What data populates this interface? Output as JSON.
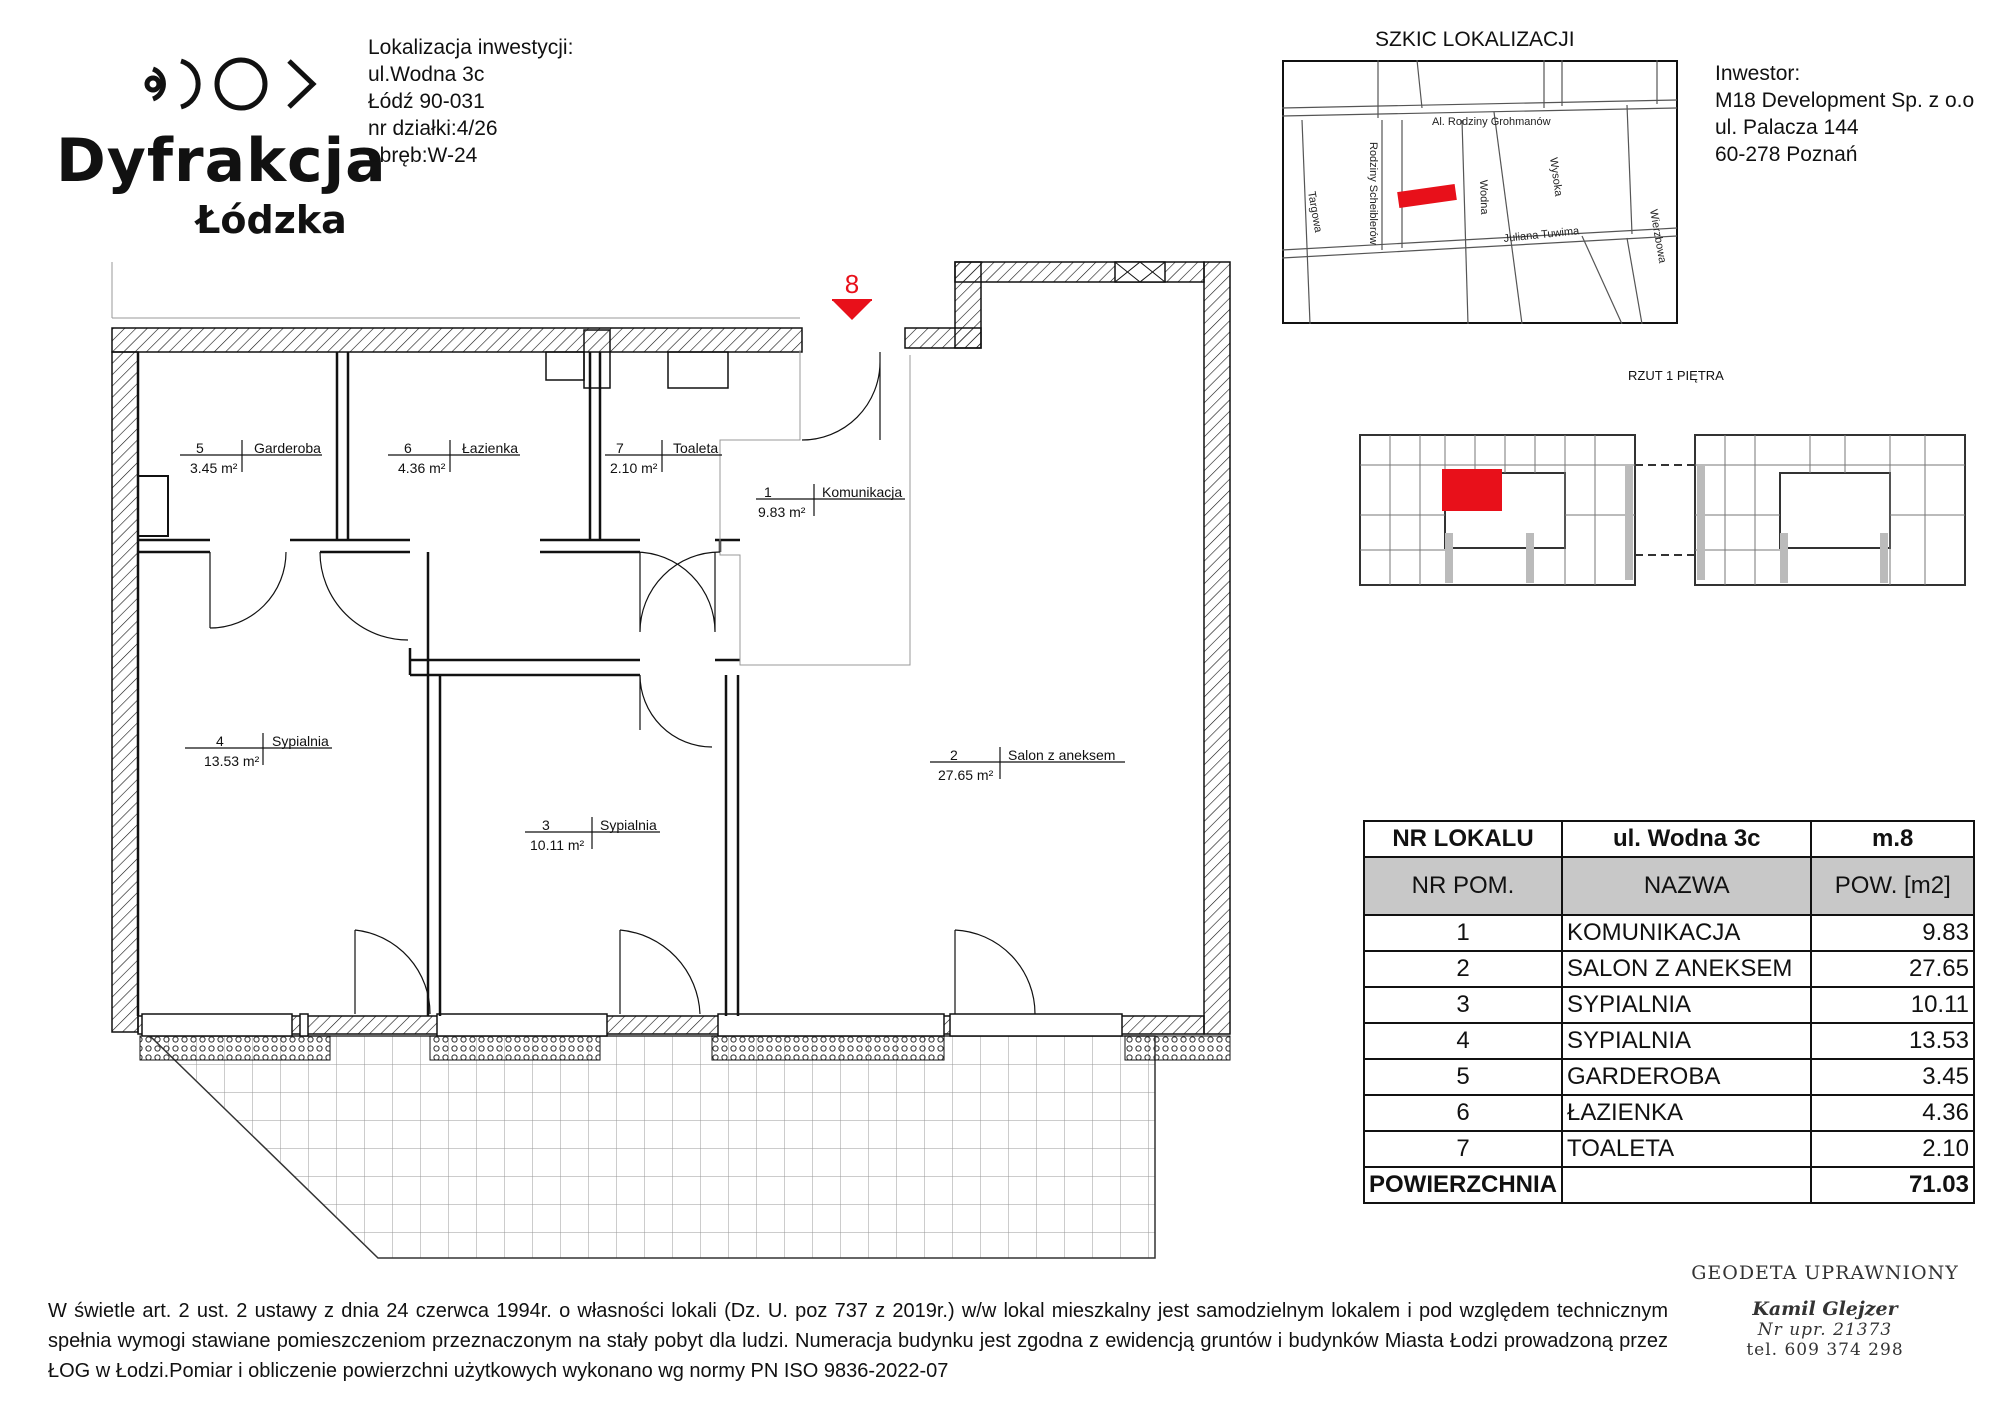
{
  "logo": {
    "line1": "Dyfrakcja",
    "line2": "Łódzka"
  },
  "location": {
    "title": "Lokalizacja inwestycji:",
    "street": "ul.Wodna 3c",
    "city": "Łódź 90-031",
    "plot": "nr działki:4/26",
    "district": "obręb:W-24"
  },
  "sketch": {
    "title": "SZKIC LOKALIZACJI",
    "streets": [
      "Al. Rodziny Grohmanów",
      "Rodziny Scheiblerów",
      "Targowa",
      "Wodna",
      "Wysoka",
      "Juliana Tuwima",
      "Wierzbowa"
    ]
  },
  "investor": {
    "title": "Inwestor:",
    "name": "M18 Development Sp. z o.o",
    "street": "ul. Palacza 144",
    "city": "60-278 Poznań"
  },
  "floor_label": "RZUT 1 PIĘTRA",
  "unit_marker": "8",
  "rooms": [
    {
      "num": "1",
      "name": "Komunikacja",
      "area": "9.83 m²"
    },
    {
      "num": "2",
      "name": "Salon z aneksem",
      "area": "27.65 m²"
    },
    {
      "num": "3",
      "name": "Sypialnia",
      "area": "10.11 m²"
    },
    {
      "num": "4",
      "name": "Sypialnia",
      "area": "13.53 m²"
    },
    {
      "num": "5",
      "name": "Garderoba",
      "area": "3.45 m²"
    },
    {
      "num": "6",
      "name": "Łazienka",
      "area": "4.36 m²"
    },
    {
      "num": "7",
      "name": "Toaleta",
      "area": "2.10 m²"
    }
  ],
  "table": {
    "head": {
      "label": "NR LOKALU",
      "address": "ul. Wodna 3c",
      "unit": "m.8"
    },
    "cols": [
      "NR  POM.",
      "NAZWA",
      "POW. [m2]"
    ],
    "rows": [
      [
        "1",
        "KOMUNIKACJA",
        "9.83"
      ],
      [
        "2",
        "SALON Z ANEKSEM",
        "27.65"
      ],
      [
        "3",
        "SYPIALNIA",
        "10.11"
      ],
      [
        "4",
        "SYPIALNIA",
        "13.53"
      ],
      [
        "5",
        "GARDEROBA",
        "3.45"
      ],
      [
        "6",
        "ŁAZIENKA",
        "4.36"
      ],
      [
        "7",
        "TOALETA",
        "2.10"
      ]
    ],
    "total_label": "POWIERZCHNIA",
    "total": "71.03"
  },
  "legal_text": "W świetle art. 2 ust. 2 ustawy z dnia 24 czerwca 1994r. o własności lokali (Dz. U. poz 737 z 2019r.) w/w lokal mieszkalny  jest samodzielnym lokalem i pod względem technicznym spełnia wymogi stawiane pomieszczeniom przeznaczonym na  stały pobyt  dla ludzi.  Numeracja budynku jest zgodna z ewidencją gruntów i budynków Miasta Łodzi prowadzoną przez ŁOG w Łodzi.Pomiar i obliczenie powierzchni użytkowych wykonano wg normy PN ISO 9836-2022-07",
  "stamp": {
    "title": "GEODETA UPRAWNIONY",
    "name": "Kamil Glejzer",
    "license": "Nr upr. 21373",
    "phone": "tel. 609 374 298"
  },
  "colors": {
    "highlight": "#e8101a",
    "table_header": "#c8c8c8"
  }
}
